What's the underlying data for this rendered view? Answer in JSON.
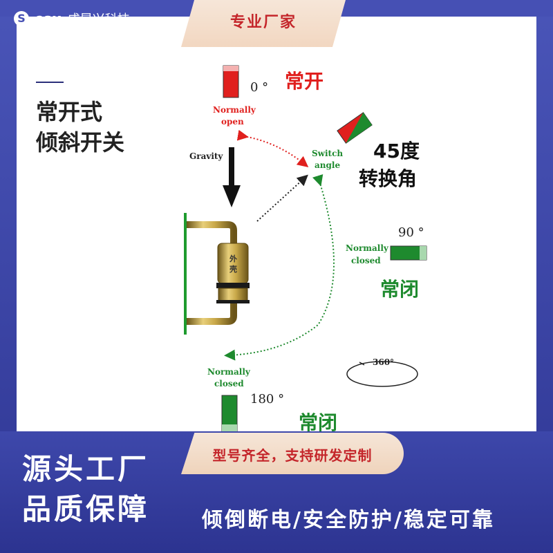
{
  "header": {
    "logo_mark": "S",
    "logo_text": "csx",
    "company_name": "成晟兴科技",
    "tab_label": "专业厂家"
  },
  "title": {
    "line1": "常开式",
    "line2": "倾斜开关"
  },
  "diagram": {
    "top_angle": "0 °",
    "top_state_cn": "常开",
    "top_state_en_line1": "Normally",
    "top_state_en_line2": "open",
    "switch_angle_en_line1": "Switch",
    "switch_angle_en_line2": "angle",
    "switch_angle_value": "45度",
    "switch_angle_cn": "转换角",
    "gravity_label": "Gravity",
    "right_angle": "90 °",
    "right_state_en_line1": "Normally",
    "right_state_en_line2": "closed",
    "right_state_cn": "常闭",
    "bottom_state_en_line1": "Normally",
    "bottom_state_en_line2": "closed",
    "bottom_angle": "180 °",
    "bottom_state_cn": "常闭",
    "rotation_label": "360°",
    "body_label_line1": "外",
    "body_label_line2": "壳"
  },
  "footer": {
    "left_line1": "源头工厂",
    "left_line2": "品质保障",
    "pill_text": "型号齐全，支持研发定制",
    "slogan": "倾倒断电/安全防护/稳定可靠"
  },
  "colors": {
    "brand_blue": "#4650b4",
    "accent_red": "#c4252a",
    "open_red": "#e0201e",
    "closed_green": "#1e8a2e"
  }
}
